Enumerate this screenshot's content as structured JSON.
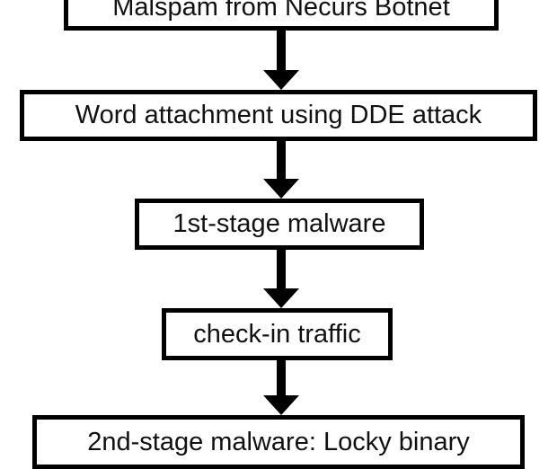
{
  "flowchart": {
    "steps": [
      {
        "label": "Malspam from Necurs Botnet"
      },
      {
        "label": "Word attachment using DDE attack"
      },
      {
        "label": "1st-stage malware"
      },
      {
        "label": "check-in traffic"
      },
      {
        "label": "2nd-stage malware: Locky binary"
      }
    ],
    "colors": {
      "border": "#000000",
      "arrow": "#000000",
      "text": "#111111",
      "background": "#ffffff"
    }
  }
}
